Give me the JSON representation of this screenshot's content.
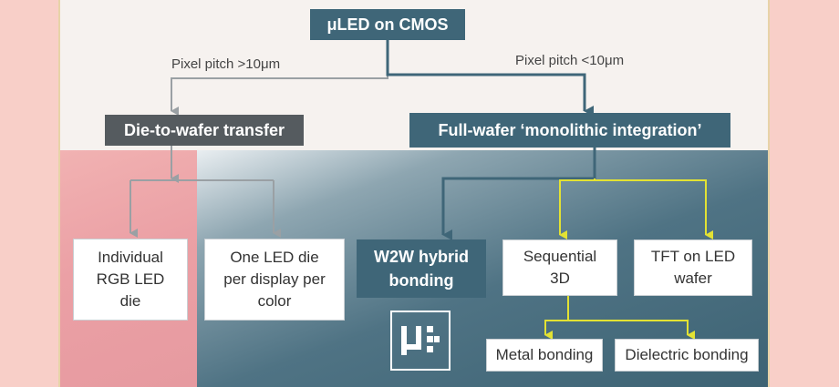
{
  "diagram": {
    "root": "μLED on CMOS",
    "edge_left_label": "Pixel pitch >10μm",
    "edge_right_label": "Pixel pitch <10μm",
    "left_branch": "Die-to-wafer transfer",
    "right_branch": "Full-wafer ‘monolithic integration’",
    "left_leaves": [
      "Individual\nRGB LED\ndie",
      "One LED die\nper display per\ncolor"
    ],
    "right_leaves": [
      "W2W hybrid\nbonding",
      "Sequential\n3D",
      "TFT on LED\nwafer"
    ],
    "sequential_leaves": [
      "Metal bonding",
      "Dielectric bonding"
    ],
    "colors": {
      "dark_box": "#3f6678",
      "grey_box": "#555b5f",
      "yellow_arrow": "#e3e233",
      "background_pink": "#f8cfc8"
    },
    "logo_icon": "imec-mu-logo-icon"
  }
}
